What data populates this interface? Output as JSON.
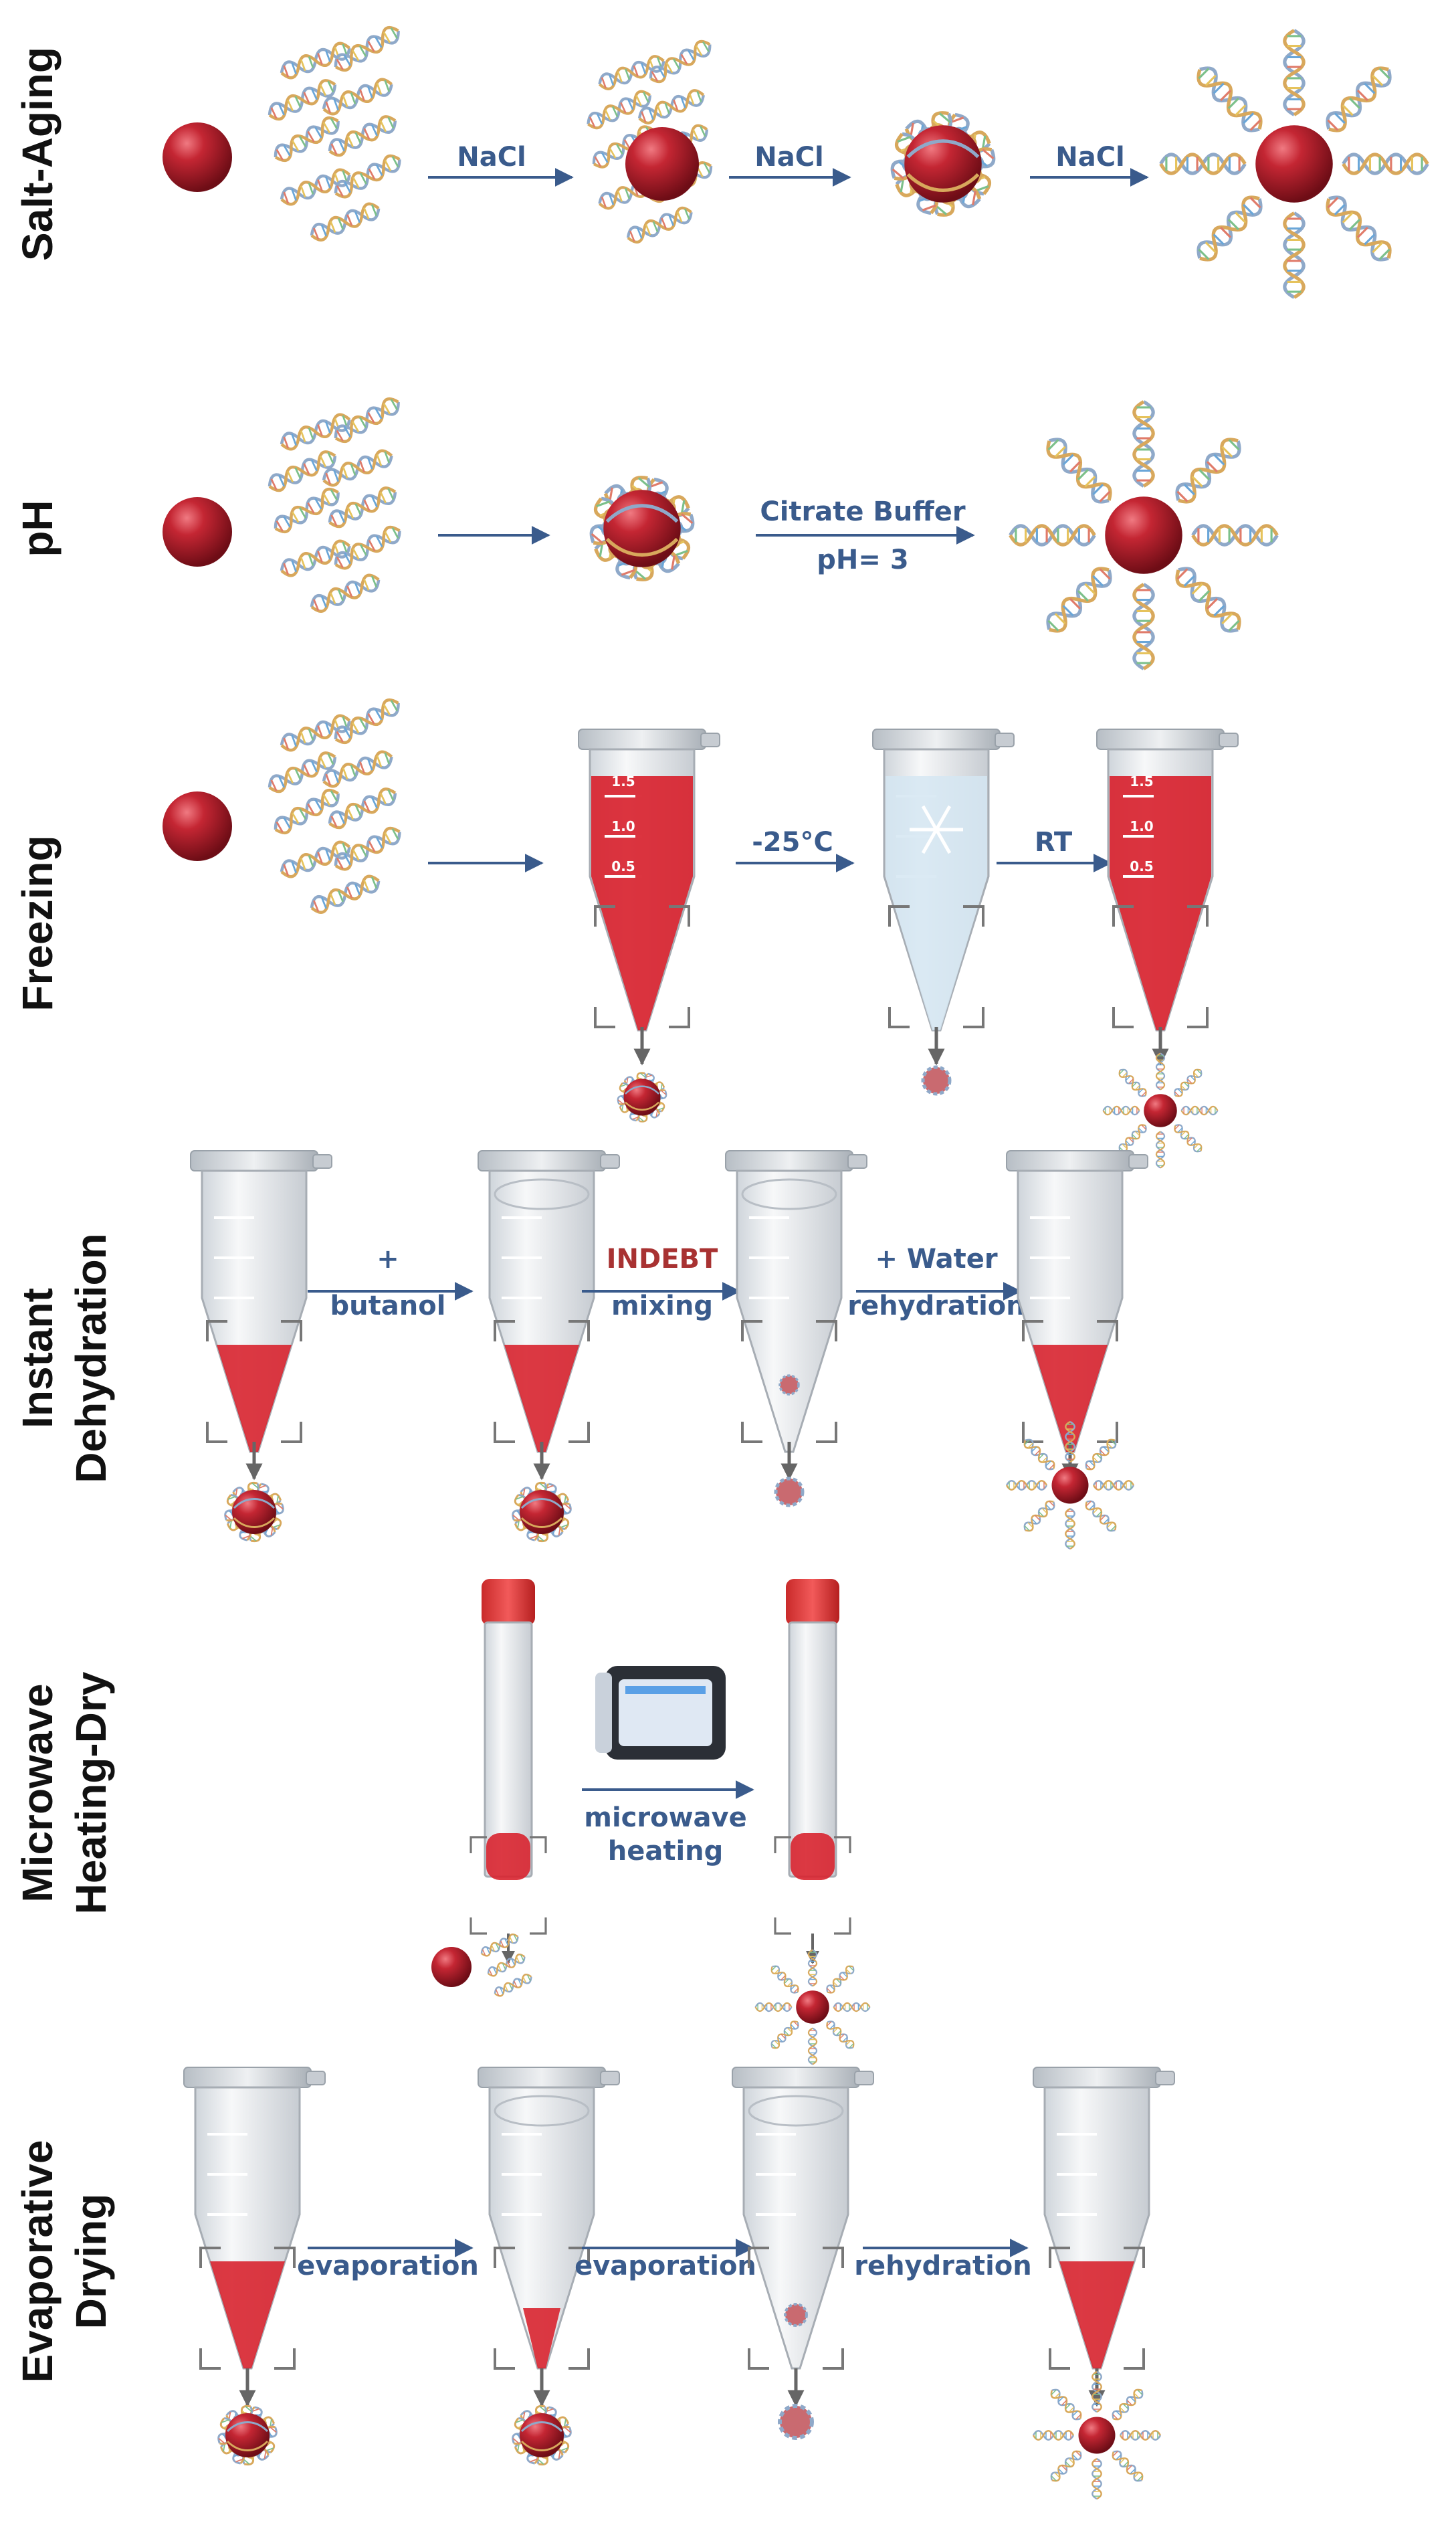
{
  "rows": [
    {
      "id": "salt-aging",
      "label_lines": [
        "Salt-Aging"
      ],
      "arrows": [
        {
          "top": "NaCl",
          "bottom": ""
        },
        {
          "top": "NaCl",
          "bottom": ""
        },
        {
          "top": "NaCl",
          "bottom": ""
        }
      ]
    },
    {
      "id": "ph",
      "label_lines": [
        "pH"
      ],
      "arrows": [
        {
          "top": "",
          "bottom": ""
        },
        {
          "top": "Citrate Buffer",
          "bottom": "pH= 3"
        }
      ]
    },
    {
      "id": "freezing",
      "label_lines": [
        "Freezing"
      ],
      "arrows": [
        {
          "top": "",
          "bottom": ""
        },
        {
          "top": "-25°C",
          "bottom": ""
        },
        {
          "top": "RT",
          "bottom": ""
        }
      ],
      "tube_marks": [
        "1.5",
        "1.0",
        "0.5"
      ]
    },
    {
      "id": "instant-dehydration",
      "label_lines": [
        "Instant",
        "Dehydration"
      ],
      "arrows": [
        {
          "top": "+",
          "bottom": "butanol"
        },
        {
          "top": "INDEBT",
          "bottom": "mixing",
          "top_color": "red"
        },
        {
          "top": "+ Water",
          "bottom": "rehydration"
        }
      ]
    },
    {
      "id": "microwave-heating-dry",
      "label_lines": [
        "Microwave",
        "Heating-Dry"
      ],
      "arrows": [
        {
          "top": "",
          "bottom": "microwave heating"
        }
      ]
    },
    {
      "id": "evaporative-drying",
      "label_lines": [
        "Evaporative",
        "Drying"
      ],
      "arrows": [
        {
          "top": "evaporation",
          "bottom": ""
        },
        {
          "top": "evaporation",
          "bottom": ""
        },
        {
          "top": "rehydration",
          "bottom": ""
        }
      ]
    }
  ],
  "colors": {
    "arrow": "#3a5b8c",
    "label": "#111111",
    "particle": "#b01e2a",
    "liquid": "#d8232f",
    "cap": "#e23a3a",
    "tube": "#e9ecef",
    "highlight": "#a83232"
  }
}
